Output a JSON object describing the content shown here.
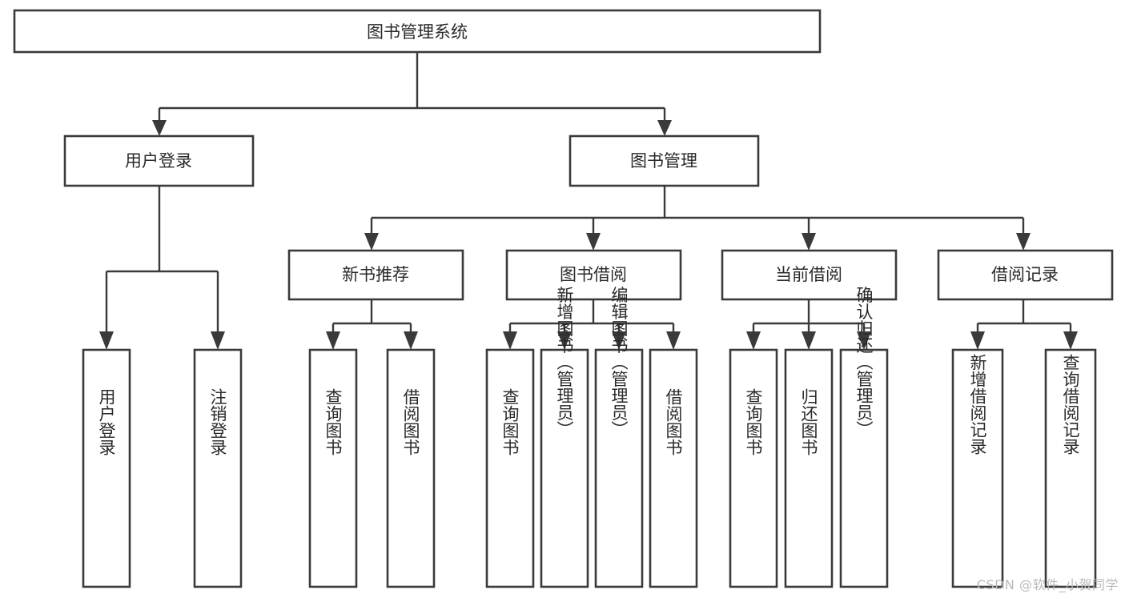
{
  "diagram": {
    "type": "tree-hierarchy",
    "title": "图书管理系统",
    "orientation": "top-down",
    "colors": {
      "box_stroke": "#3a3a3a",
      "box_fill": "#ffffff",
      "text": "#2a2a2a",
      "background": "#ffffff",
      "watermark": "#b9b9b9"
    },
    "levels": {
      "root": "图书管理系统",
      "level2": [
        "用户登录",
        "图书管理"
      ],
      "level3": [
        "新书推荐",
        "图书借阅",
        "当前借阅",
        "借阅记录"
      ],
      "leaves": [
        "用户登录",
        "注销登录",
        "查询图书",
        "借阅图书",
        "查询图书",
        "新增图书（管理员）",
        "编辑图书（管理员）",
        "借阅图书",
        "查询图书",
        "归还图书",
        "确认归还（管理员）",
        "新增借阅记录",
        "查询借阅记录"
      ]
    },
    "nodes": {
      "root": {
        "label": "图书管理系统"
      },
      "user_login": {
        "label": "用户登录"
      },
      "book_manage": {
        "label": "图书管理"
      },
      "new_book_rec": {
        "label": "新书推荐"
      },
      "book_borrow": {
        "label": "图书借阅"
      },
      "current_borrow": {
        "label": "当前借阅"
      },
      "borrow_record": {
        "label": "借阅记录"
      },
      "leaf_user_login": {
        "label": "用户登录"
      },
      "leaf_logout": {
        "label": "注销登录"
      },
      "leaf_query_book_1": {
        "label": "查询图书"
      },
      "leaf_borrow_book_1": {
        "label": "借阅图书"
      },
      "leaf_query_book_2": {
        "label": "查询图书"
      },
      "leaf_add_book": {
        "label": "新增图书（管理员）"
      },
      "leaf_edit_book": {
        "label": "编辑图书（管理员）"
      },
      "leaf_borrow_book_2": {
        "label": "借阅图书"
      },
      "leaf_query_book_3": {
        "label": "查询图书"
      },
      "leaf_return_book": {
        "label": "归还图书"
      },
      "leaf_confirm_return": {
        "label": "确认归还（管理员）"
      },
      "leaf_add_record": {
        "label": "新增借阅记录"
      },
      "leaf_query_record": {
        "label": "查询借阅记录"
      }
    },
    "edges": [
      {
        "from": "图书管理系统",
        "to": "用户登录"
      },
      {
        "from": "图书管理系统",
        "to": "图书管理"
      },
      {
        "from": "用户登录",
        "to": "用户登录"
      },
      {
        "from": "用户登录",
        "to": "注销登录"
      },
      {
        "from": "图书管理",
        "to": "新书推荐"
      },
      {
        "from": "图书管理",
        "to": "图书借阅"
      },
      {
        "from": "图书管理",
        "to": "当前借阅"
      },
      {
        "from": "图书管理",
        "to": "借阅记录"
      },
      {
        "from": "新书推荐",
        "to": "查询图书"
      },
      {
        "from": "新书推荐",
        "to": "借阅图书"
      },
      {
        "from": "图书借阅",
        "to": "查询图书"
      },
      {
        "from": "图书借阅",
        "to": "新增图书（管理员）"
      },
      {
        "from": "图书借阅",
        "to": "编辑图书（管理员）"
      },
      {
        "from": "图书借阅",
        "to": "借阅图书"
      },
      {
        "from": "当前借阅",
        "to": "查询图书"
      },
      {
        "from": "当前借阅",
        "to": "归还图书"
      },
      {
        "from": "当前借阅",
        "to": "确认归还（管理员）"
      },
      {
        "from": "借阅记录",
        "to": "新增借阅记录"
      },
      {
        "from": "借阅记录",
        "to": "查询借阅记录"
      }
    ]
  },
  "watermark": {
    "text": "CSDN @软件_小贺同学"
  }
}
